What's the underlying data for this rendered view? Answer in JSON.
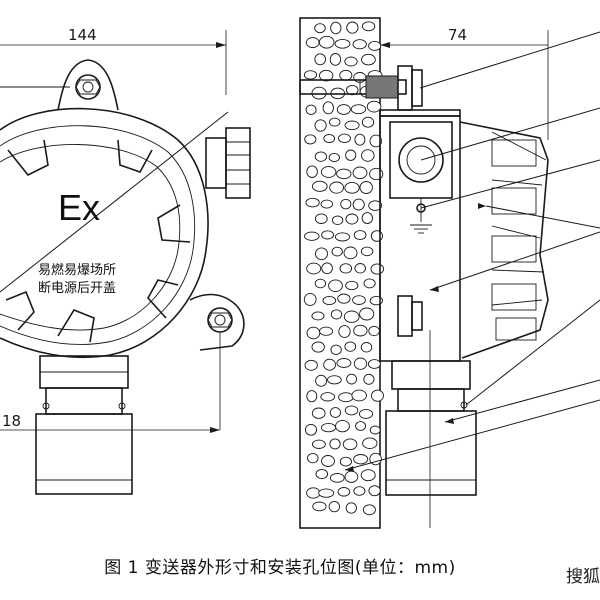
{
  "dimensions": {
    "front_width": "144",
    "side_depth": "74",
    "bottom_offset": "18"
  },
  "front_view": {
    "ex_mark": "Ex",
    "warning_line1": "易燃易爆场所",
    "warning_line2": "断电源后开盖"
  },
  "caption": "图 1 变送器外形寸和安装孔位图(单位：mm)",
  "watermark": "搜狐"
}
